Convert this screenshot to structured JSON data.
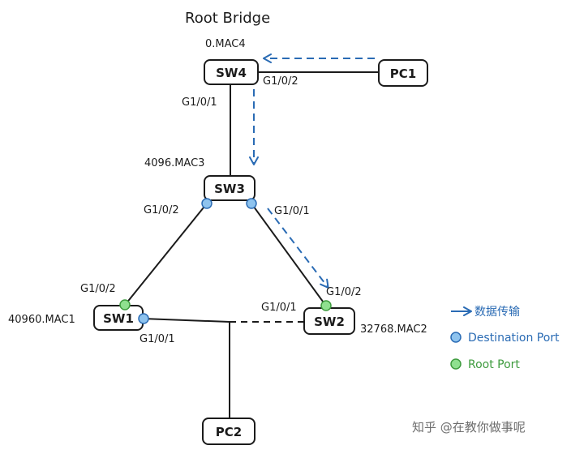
{
  "title": "Root Bridge",
  "nodes": {
    "sw4": {
      "label": "SW4",
      "id": "0.MAC4"
    },
    "sw3": {
      "label": "SW3",
      "id": "4096.MAC3"
    },
    "sw1": {
      "label": "SW1",
      "id": "40960.MAC1"
    },
    "sw2": {
      "label": "SW2",
      "id": "32768.MAC2"
    },
    "pc1": {
      "label": "PC1"
    },
    "pc2": {
      "label": "PC2"
    }
  },
  "ports": {
    "sw4_g102": "G1/0/2",
    "sw4_g101": "G1/0/1",
    "sw3_g102": "G1/0/2",
    "sw3_g101": "G1/0/1",
    "sw2_g102": "G1/0/2",
    "sw2_g101": "G1/0/1",
    "sw1_g102": "G1/0/2",
    "sw1_g101": "G1/0/1"
  },
  "legend": {
    "data": "数据传输",
    "designated": "Destination Port",
    "root": "Root Port"
  },
  "watermark": "知乎 @在教你做事呢",
  "colors": {
    "flow": "#2a6bb4",
    "designated": "#8ec3ee",
    "root": "#8fe08f",
    "line": "#1b1b1b"
  }
}
